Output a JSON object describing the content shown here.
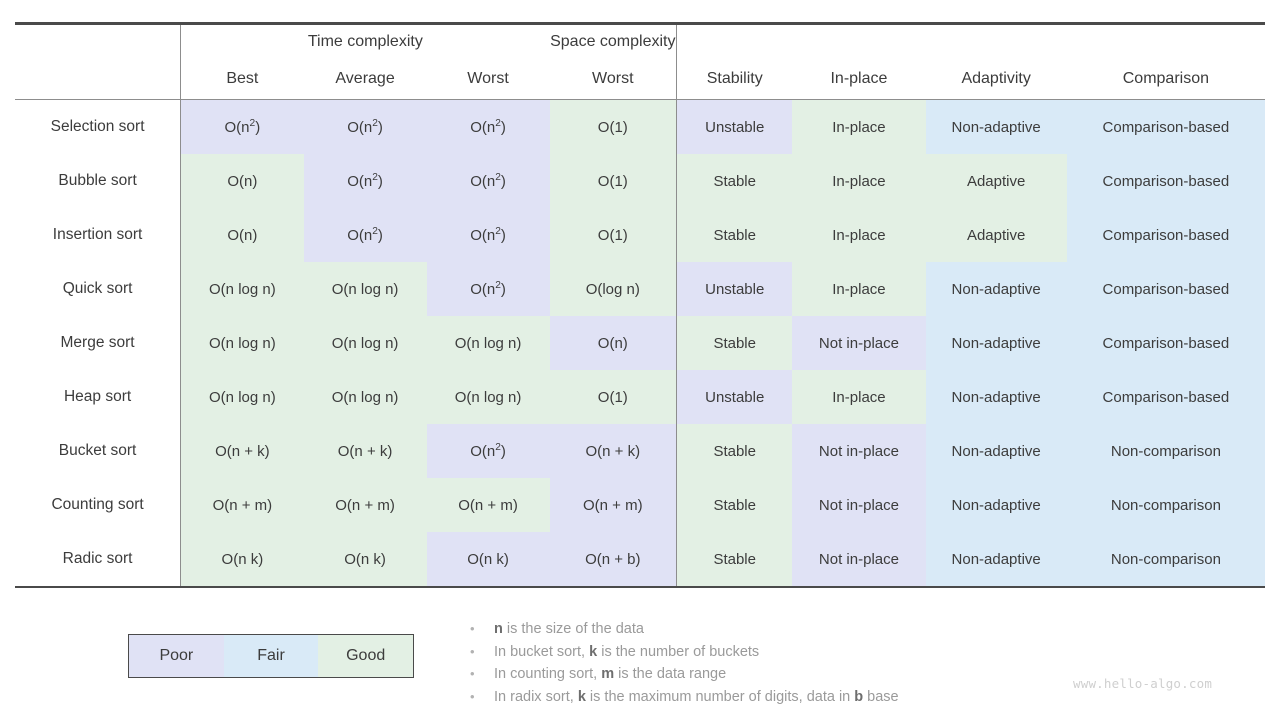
{
  "table": {
    "group_headers": [
      {
        "label": "",
        "span": 1
      },
      {
        "label": "Time complexity",
        "span": 3
      },
      {
        "label": "Space complexity",
        "span": 1
      }
    ],
    "columns": [
      {
        "key": "name",
        "label": ""
      },
      {
        "key": "best",
        "label": "Best"
      },
      {
        "key": "average",
        "label": "Average"
      },
      {
        "key": "worst",
        "label": "Worst"
      },
      {
        "key": "space",
        "label": "Worst"
      },
      {
        "key": "stability",
        "label": "Stability"
      },
      {
        "key": "inplace",
        "label": "In-place"
      },
      {
        "key": "adaptivity",
        "label": "Adaptivity"
      },
      {
        "key": "comparison",
        "label": "Comparison"
      }
    ],
    "rows": [
      {
        "name": "Selection sort",
        "cells": [
          {
            "text": "O(n2)",
            "sup": "2",
            "base": "O(n",
            "tail": ")",
            "quality": "poor"
          },
          {
            "text": "O(n2)",
            "sup": "2",
            "base": "O(n",
            "tail": ")",
            "quality": "poor"
          },
          {
            "text": "O(n2)",
            "sup": "2",
            "base": "O(n",
            "tail": ")",
            "quality": "poor"
          },
          {
            "text": "O(1)",
            "quality": "good"
          },
          {
            "text": "Unstable",
            "quality": "poor"
          },
          {
            "text": "In-place",
            "quality": "good"
          },
          {
            "text": "Non-adaptive",
            "quality": "fair"
          },
          {
            "text": "Comparison-based",
            "quality": "fair"
          }
        ]
      },
      {
        "name": "Bubble sort",
        "cells": [
          {
            "text": "O(n)",
            "quality": "good"
          },
          {
            "text": "O(n2)",
            "sup": "2",
            "base": "O(n",
            "tail": ")",
            "quality": "poor"
          },
          {
            "text": "O(n2)",
            "sup": "2",
            "base": "O(n",
            "tail": ")",
            "quality": "poor"
          },
          {
            "text": "O(1)",
            "quality": "good"
          },
          {
            "text": "Stable",
            "quality": "good"
          },
          {
            "text": "In-place",
            "quality": "good"
          },
          {
            "text": "Adaptive",
            "quality": "good"
          },
          {
            "text": "Comparison-based",
            "quality": "fair"
          }
        ]
      },
      {
        "name": "Insertion sort",
        "cells": [
          {
            "text": "O(n)",
            "quality": "good"
          },
          {
            "text": "O(n2)",
            "sup": "2",
            "base": "O(n",
            "tail": ")",
            "quality": "poor"
          },
          {
            "text": "O(n2)",
            "sup": "2",
            "base": "O(n",
            "tail": ")",
            "quality": "poor"
          },
          {
            "text": "O(1)",
            "quality": "good"
          },
          {
            "text": "Stable",
            "quality": "good"
          },
          {
            "text": "In-place",
            "quality": "good"
          },
          {
            "text": "Adaptive",
            "quality": "good"
          },
          {
            "text": "Comparison-based",
            "quality": "fair"
          }
        ]
      },
      {
        "name": "Quick sort",
        "cells": [
          {
            "text": "O(n log n)",
            "quality": "good"
          },
          {
            "text": "O(n log n)",
            "quality": "good"
          },
          {
            "text": "O(n2)",
            "sup": "2",
            "base": "O(n",
            "tail": ")",
            "quality": "poor"
          },
          {
            "text": "O(log n)",
            "quality": "good"
          },
          {
            "text": "Unstable",
            "quality": "poor"
          },
          {
            "text": "In-place",
            "quality": "good"
          },
          {
            "text": "Non-adaptive",
            "quality": "fair"
          },
          {
            "text": "Comparison-based",
            "quality": "fair"
          }
        ]
      },
      {
        "name": "Merge sort",
        "cells": [
          {
            "text": "O(n log n)",
            "quality": "good"
          },
          {
            "text": "O(n log n)",
            "quality": "good"
          },
          {
            "text": "O(n log n)",
            "quality": "good"
          },
          {
            "text": "O(n)",
            "quality": "poor"
          },
          {
            "text": "Stable",
            "quality": "good"
          },
          {
            "text": "Not in-place",
            "quality": "poor"
          },
          {
            "text": "Non-adaptive",
            "quality": "fair"
          },
          {
            "text": "Comparison-based",
            "quality": "fair"
          }
        ]
      },
      {
        "name": "Heap sort",
        "cells": [
          {
            "text": "O(n log n)",
            "quality": "good"
          },
          {
            "text": "O(n log n)",
            "quality": "good"
          },
          {
            "text": "O(n log n)",
            "quality": "good"
          },
          {
            "text": "O(1)",
            "quality": "good"
          },
          {
            "text": "Unstable",
            "quality": "poor"
          },
          {
            "text": "In-place",
            "quality": "good"
          },
          {
            "text": "Non-adaptive",
            "quality": "fair"
          },
          {
            "text": "Comparison-based",
            "quality": "fair"
          }
        ]
      },
      {
        "name": "Bucket sort",
        "cells": [
          {
            "text": "O(n + k)",
            "quality": "good"
          },
          {
            "text": "O(n + k)",
            "quality": "good"
          },
          {
            "text": "O(n2)",
            "sup": "2",
            "base": "O(n",
            "tail": ")",
            "quality": "poor"
          },
          {
            "text": "O(n + k)",
            "quality": "poor"
          },
          {
            "text": "Stable",
            "quality": "good"
          },
          {
            "text": "Not in-place",
            "quality": "poor"
          },
          {
            "text": "Non-adaptive",
            "quality": "fair"
          },
          {
            "text": "Non-comparison",
            "quality": "fair"
          }
        ]
      },
      {
        "name": "Counting sort",
        "cells": [
          {
            "text": "O(n + m)",
            "quality": "good"
          },
          {
            "text": "O(n + m)",
            "quality": "good"
          },
          {
            "text": "O(n + m)",
            "quality": "good"
          },
          {
            "text": "O(n + m)",
            "quality": "poor"
          },
          {
            "text": "Stable",
            "quality": "good"
          },
          {
            "text": "Not in-place",
            "quality": "poor"
          },
          {
            "text": "Non-adaptive",
            "quality": "fair"
          },
          {
            "text": "Non-comparison",
            "quality": "fair"
          }
        ]
      },
      {
        "name": "Radic sort",
        "cells": [
          {
            "text": "O(n k)",
            "quality": "good"
          },
          {
            "text": "O(n k)",
            "quality": "good"
          },
          {
            "text": "O(n k)",
            "quality": "poor"
          },
          {
            "text": "O(n + b)",
            "quality": "poor"
          },
          {
            "text": "Stable",
            "quality": "good"
          },
          {
            "text": "Not in-place",
            "quality": "poor"
          },
          {
            "text": "Non-adaptive",
            "quality": "fair"
          },
          {
            "text": "Non-comparison",
            "quality": "fair"
          }
        ]
      }
    ]
  },
  "legend": {
    "items": [
      {
        "label": "Poor",
        "quality": "poor",
        "color": "#e0e2f5"
      },
      {
        "label": "Fair",
        "quality": "fair",
        "color": "#d9eaf7"
      },
      {
        "label": "Good",
        "quality": "good",
        "color": "#e3f0e4"
      }
    ]
  },
  "notes": {
    "bullet": "•",
    "lines": [
      [
        {
          "t": "n",
          "b": true
        },
        {
          "t": " is the size of the data",
          "b": false
        }
      ],
      [
        {
          "t": "In bucket sort, ",
          "b": false
        },
        {
          "t": "k",
          "b": true
        },
        {
          "t": " is the number of buckets",
          "b": false
        }
      ],
      [
        {
          "t": "In counting sort, ",
          "b": false
        },
        {
          "t": "m",
          "b": true
        },
        {
          "t": " is the data range",
          "b": false
        }
      ],
      [
        {
          "t": "In radix sort, ",
          "b": false
        },
        {
          "t": "k",
          "b": true
        },
        {
          "t": " is the maximum number of digits, data in ",
          "b": false
        },
        {
          "t": "b",
          "b": true
        },
        {
          "t": " base",
          "b": false
        }
      ]
    ]
  },
  "watermark": {
    "text": "www.hello-algo.com"
  }
}
